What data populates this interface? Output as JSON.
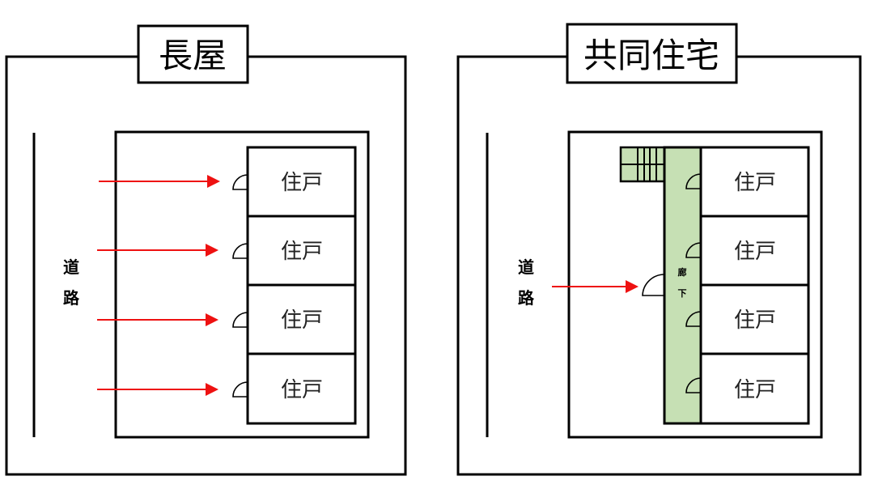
{
  "diagrams": [
    {
      "id": "nagaya",
      "title": "長屋",
      "road_label": [
        "道",
        "路"
      ],
      "units": [
        "住戸",
        "住戸",
        "住戸",
        "住戸"
      ],
      "entrances": "individual",
      "arrow_count": 4
    },
    {
      "id": "kyodo-jutaku",
      "title": "共同住宅",
      "road_label": [
        "道",
        "路"
      ],
      "units": [
        "住戸",
        "住戸",
        "住戸",
        "住戸"
      ],
      "corridor_label": [
        "廊",
        "下"
      ],
      "entrances": "shared",
      "arrow_count": 1,
      "has_stairs": true
    }
  ],
  "colors": {
    "arrow": "#ee1111",
    "corridor": "#c6e0b4",
    "line": "#000000"
  }
}
